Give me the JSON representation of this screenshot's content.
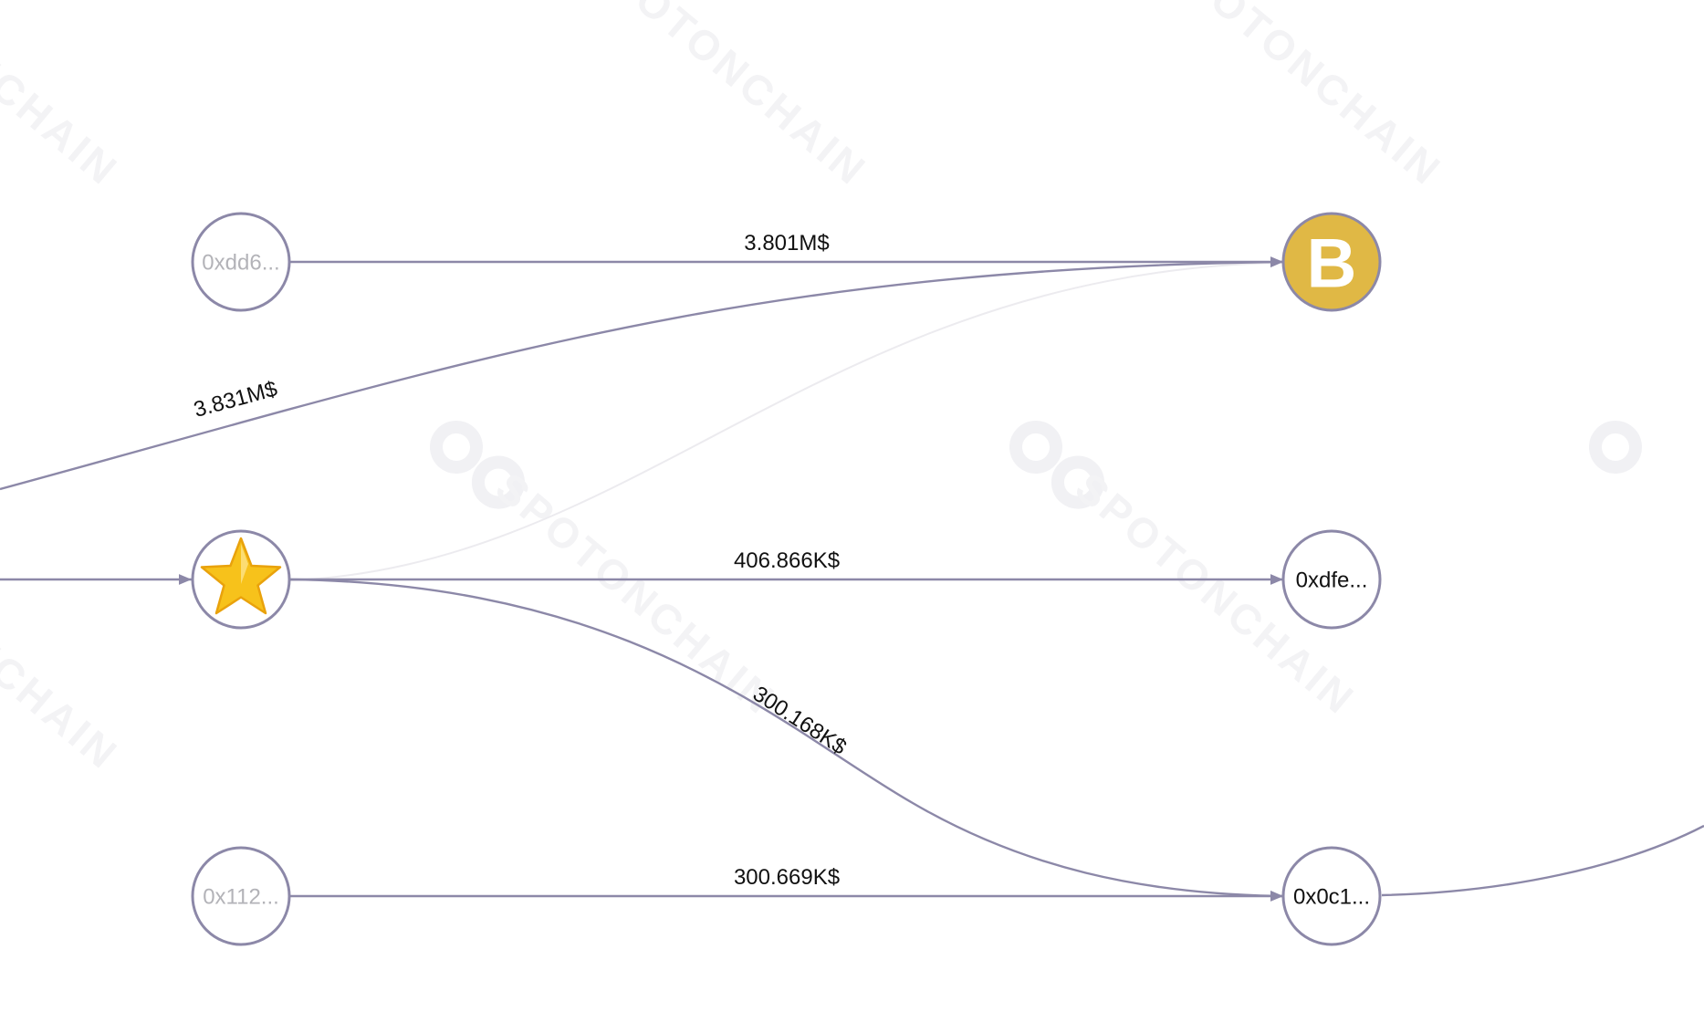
{
  "watermark": {
    "text": "SPOTONCHAIN"
  },
  "nodes": [
    {
      "id": "n-0xdd6",
      "label": "0xdd6...",
      "style": "dim"
    },
    {
      "id": "n-binance",
      "label": "B",
      "style": "exchange",
      "color": "#e0b845"
    },
    {
      "id": "n-star",
      "label": "star",
      "style": "icon",
      "color": "#f7c21b"
    },
    {
      "id": "n-0xdfe",
      "label": "0xdfe...",
      "style": "dark"
    },
    {
      "id": "n-0x112",
      "label": "0x112...",
      "style": "dim"
    },
    {
      "id": "n-0x0c1",
      "label": "0x0c1...",
      "style": "dark"
    }
  ],
  "edges": [
    {
      "from": "n-0xdd6",
      "to": "n-binance",
      "label": "3.801M$"
    },
    {
      "from": "offscreen-left",
      "to": "n-binance",
      "label": "3.831M$"
    },
    {
      "from": "n-star",
      "to": "n-binance",
      "label": "",
      "faint": true
    },
    {
      "from": "offscreen-left",
      "to": "n-star",
      "label": ""
    },
    {
      "from": "n-star",
      "to": "n-0xdfe",
      "label": "406.866K$"
    },
    {
      "from": "n-star",
      "to": "n-0x0c1",
      "label": "300.168K$"
    },
    {
      "from": "n-0x112",
      "to": "n-0x0c1",
      "label": "300.669K$"
    },
    {
      "from": "n-0x0c1",
      "to": "offscreen-right",
      "label": ""
    }
  ],
  "colors": {
    "edge": "#8c88a8",
    "exchange": "#e0b845",
    "star": "#f7c21b"
  }
}
